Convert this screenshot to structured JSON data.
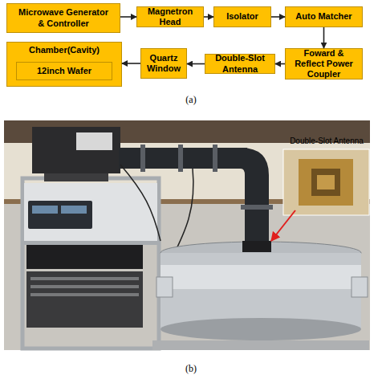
{
  "diagram": {
    "nodes": [
      {
        "text": [
          "Microwave Generator & Controller"
        ]
      },
      {
        "text": [
          "Magnetron Head"
        ]
      },
      {
        "text": [
          "Isolator"
        ]
      },
      {
        "text": [
          "Auto Matcher"
        ]
      },
      {
        "text": [
          "Chamber(Cavity)"
        ]
      },
      {
        "text": [
          "12inch Wafer"
        ],
        "in": 4
      },
      {
        "text": [
          "Quartz Window"
        ]
      },
      {
        "text": [
          "Double-Slot Antenna"
        ]
      },
      {
        "text": [
          "Foward & Reflect Power Coupler"
        ]
      }
    ],
    "edges": [
      {
        "from": 0,
        "to": 1,
        "arrow": "to"
      },
      {
        "from": 1,
        "to": 2,
        "arrow": "to"
      },
      {
        "from": 2,
        "to": 3,
        "arrow": "to"
      },
      {
        "from": 3,
        "to": 8,
        "arrow": "to"
      },
      {
        "from": 8,
        "to": 7,
        "arrow": "to"
      },
      {
        "from": 7,
        "to": 6,
        "arrow": "to"
      },
      {
        "from": 6,
        "to": 4,
        "arrow": "to"
      }
    ],
    "labels": [
      "(a)",
      "Double-Slot Antenna",
      "(b)"
    ]
  }
}
